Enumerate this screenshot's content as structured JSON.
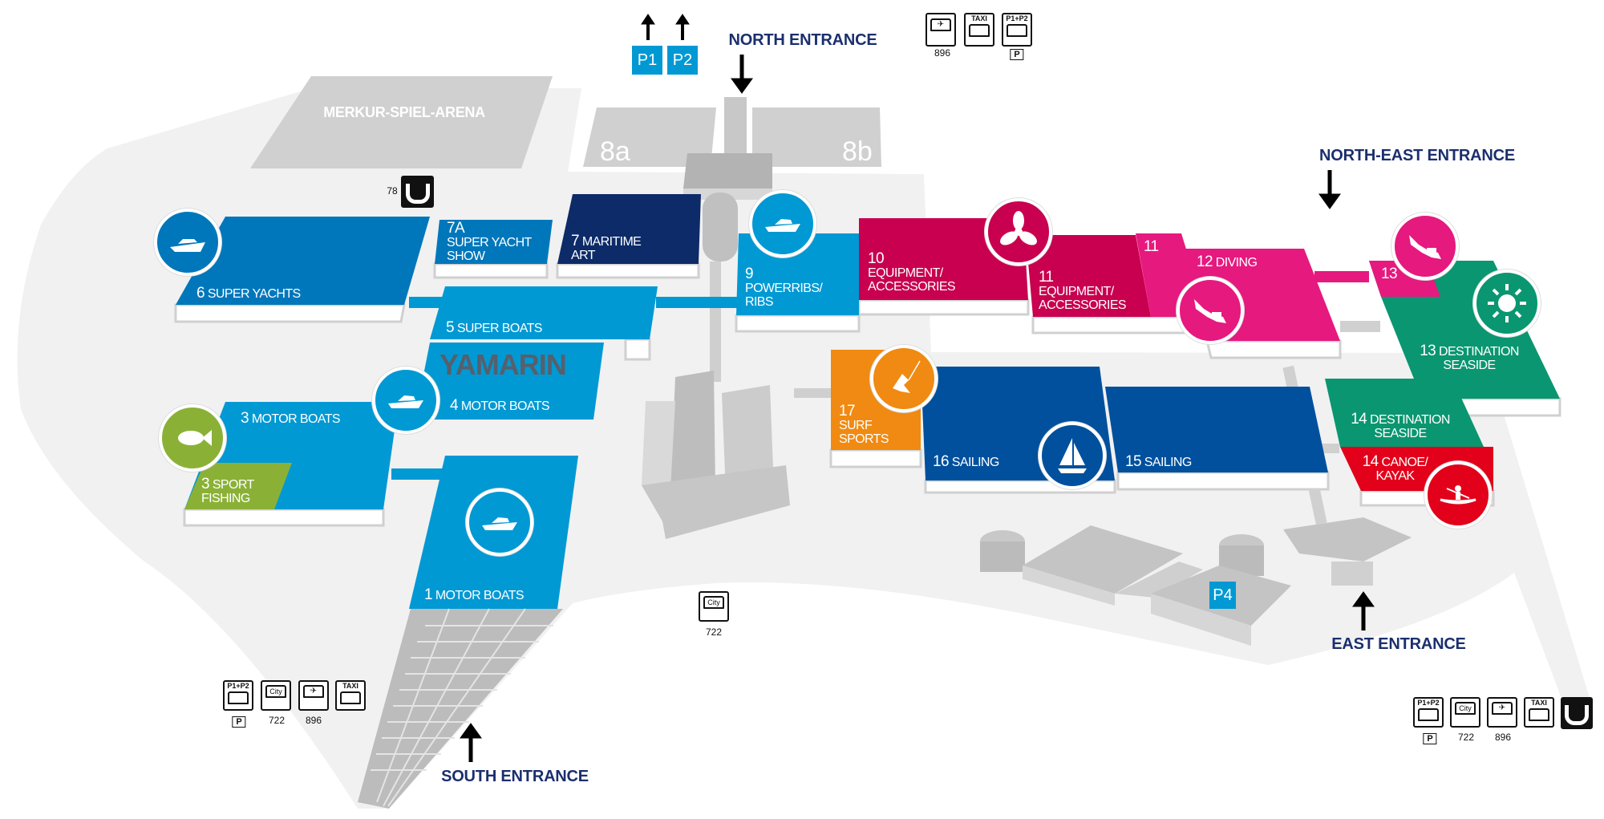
{
  "landmarks": {
    "arena": "MERKUR-SPIEL-ARENA",
    "hall_8a": "8a",
    "hall_8b": "8b",
    "sponsor_logo": "YAMARIN"
  },
  "entrances": {
    "north": "NORTH ENTRANCE",
    "north_east": "NORTH-EAST ENTRANCE",
    "east": "EAST ENTRANCE",
    "south": "SOUTH ENTRANCE"
  },
  "parking": {
    "p1": "P1",
    "p2": "P2",
    "p4": "P4"
  },
  "halls": [
    {
      "num": "6",
      "label": "SUPER YACHTS",
      "color": "#0077bb",
      "icon": "yacht-icon"
    },
    {
      "num": "7a",
      "label": "SUPER YACHT SHOW",
      "color": "#0077bb"
    },
    {
      "num": "7",
      "label": "MARITIME ART",
      "color": "#0d2b68"
    },
    {
      "num": "9",
      "label": "POWERRIBS/ RIBS",
      "color": "#0099d4",
      "icon": "speedboat-icon"
    },
    {
      "num": "10",
      "label": "EQUIPMENT/ ACCESSORIES",
      "color": "#c8004f",
      "icon": "propeller-icon"
    },
    {
      "num": "11",
      "label": "EQUIPMENT/ ACCESSORIES",
      "color": "#c8004f"
    },
    {
      "num": "11",
      "label": "",
      "color": "#e6197f"
    },
    {
      "num": "12",
      "label": "DIVING",
      "color": "#e6197f",
      "icon": "diver-icon"
    },
    {
      "num": "13",
      "label": "",
      "color": "#e6197f",
      "icon": "diver-icon"
    },
    {
      "num": "13",
      "label": "DESTINATION SEASIDE",
      "color": "#0a9670",
      "icon": "sun-icon"
    },
    {
      "num": "14",
      "label": "DESTINATION SEASIDE",
      "color": "#0a9670"
    },
    {
      "num": "14",
      "label": "CANOE/ KAYAK",
      "color": "#e2001a",
      "icon": "kayak-icon"
    },
    {
      "num": "17",
      "label": "SURF SPORTS",
      "color": "#f08a12",
      "icon": "kitesurf-icon"
    },
    {
      "num": "16",
      "label": "SAILING",
      "color": "#00509e",
      "icon": "sailboat-icon"
    },
    {
      "num": "15",
      "label": "SAILING",
      "color": "#00509e"
    },
    {
      "num": "5",
      "label": "SUPER BOATS",
      "color": "#0099d4"
    },
    {
      "num": "4",
      "label": "MOTOR BOATS",
      "color": "#0099d4",
      "icon": "motorboat-icon"
    },
    {
      "num": "3",
      "label": "MOTOR BOATS",
      "color": "#0099d4",
      "icon": "fish-icon"
    },
    {
      "num": "3",
      "label": "SPORT FISHING",
      "color": "#8ab136"
    },
    {
      "num": "1",
      "label": "MOTOR BOATS",
      "color": "#0099d4",
      "icon": "motorboat-icon"
    }
  ],
  "transport": {
    "shuttle_text": "P1+P2",
    "city_text": "City",
    "taxi_text": "TAXI",
    "parking_tag": "P",
    "bus_city": "722",
    "bus_airport": "896",
    "tram": "78"
  },
  "colors": {
    "ground": "#f0f0f0",
    "building": "#d0d0d0",
    "entrance_text": "#1b2f6e"
  }
}
